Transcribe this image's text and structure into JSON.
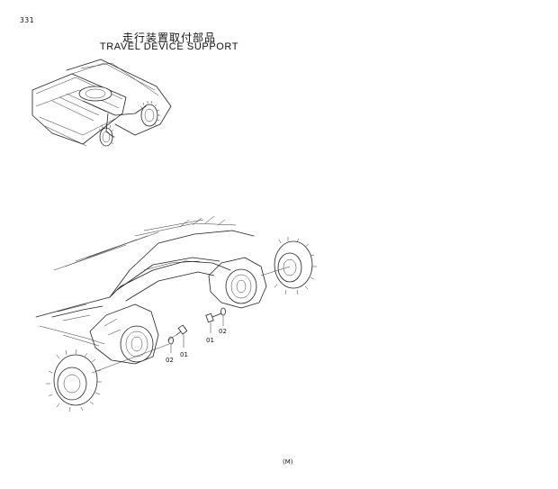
{
  "page": {
    "number": "331",
    "title_jp": "走行装置取付部品",
    "title_en": "TRAVEL DEVICE SUPPORT",
    "footer_mark": "(M)"
  },
  "callouts": [
    {
      "id": "left-02",
      "text": "02"
    },
    {
      "id": "left-01",
      "text": "01"
    },
    {
      "id": "right-01",
      "text": "01"
    },
    {
      "id": "right-02",
      "text": "02"
    }
  ]
}
